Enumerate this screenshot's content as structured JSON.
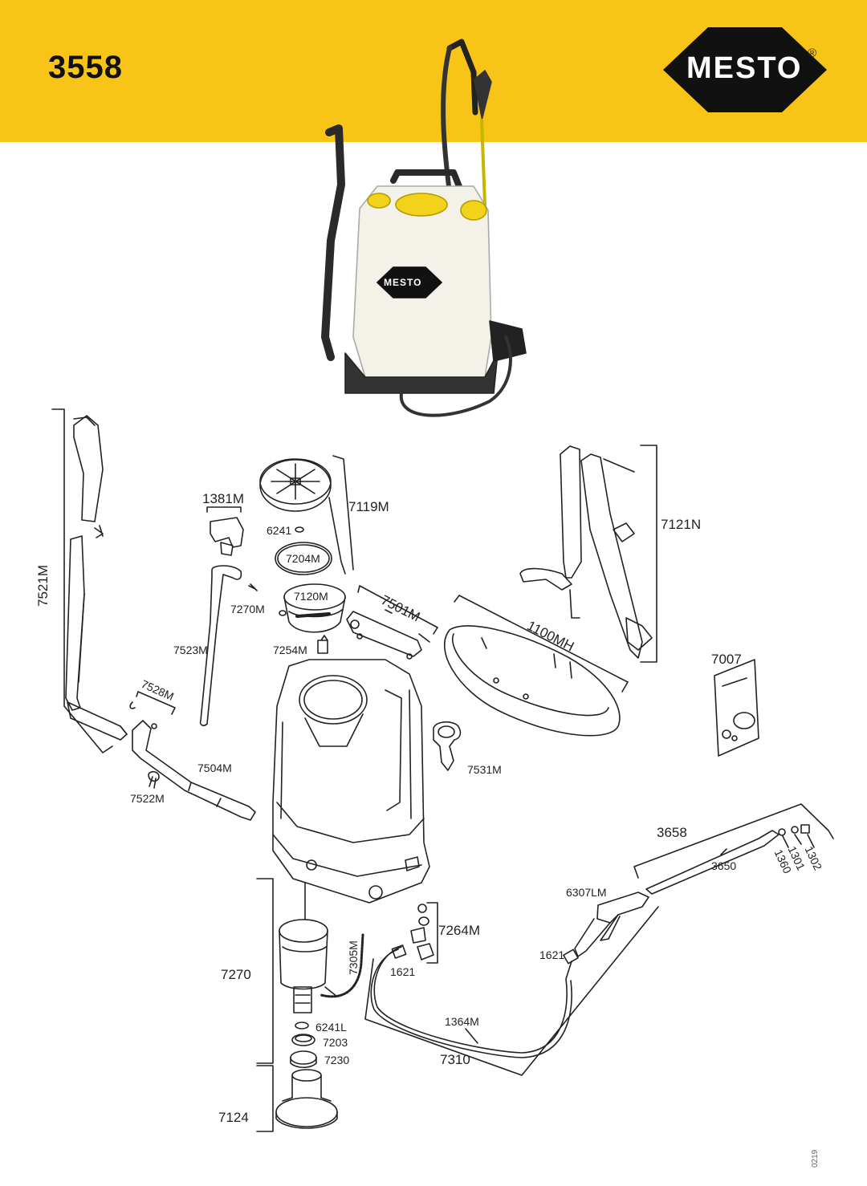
{
  "header": {
    "model_number": "3558",
    "brand": "MESTO",
    "registered_mark": "®",
    "colors": {
      "header_bg": "#f8c417",
      "logo_bg": "#111111"
    }
  },
  "product_photo": {
    "tank_logo": "MESTO",
    "tank_logo_mark": "®"
  },
  "parts": {
    "p7521M": "7521M",
    "p1381M": "1381M",
    "p7119M": "7119M",
    "p6241": "6241",
    "p7204M": "7204M",
    "p7121N": "7121N",
    "p7270M": "7270M",
    "p7120M": "7120M",
    "p7501M": "7501M",
    "p1100MH": "1100MH",
    "p7523M": "7523M",
    "p7254M": "7254M",
    "p7007": "7007",
    "p7528M": "7528M",
    "p7504M": "7504M",
    "p7531M": "7531M",
    "p7522M": "7522M",
    "p3658": "3658",
    "p3650": "3650",
    "p1360": "1360",
    "p1301": "1301",
    "p1302": "1302",
    "p6307LM": "6307LM",
    "p7264M": "7264M",
    "p7305M": "7305M",
    "p7270": "7270",
    "p1621a": "1621",
    "p1621b": "1621",
    "p1364M": "1364M",
    "p6241L": "6241L",
    "p7203": "7203",
    "p7230": "7230",
    "p7310": "7310",
    "p7124": "7124"
  },
  "footer": {
    "code": "0219"
  }
}
